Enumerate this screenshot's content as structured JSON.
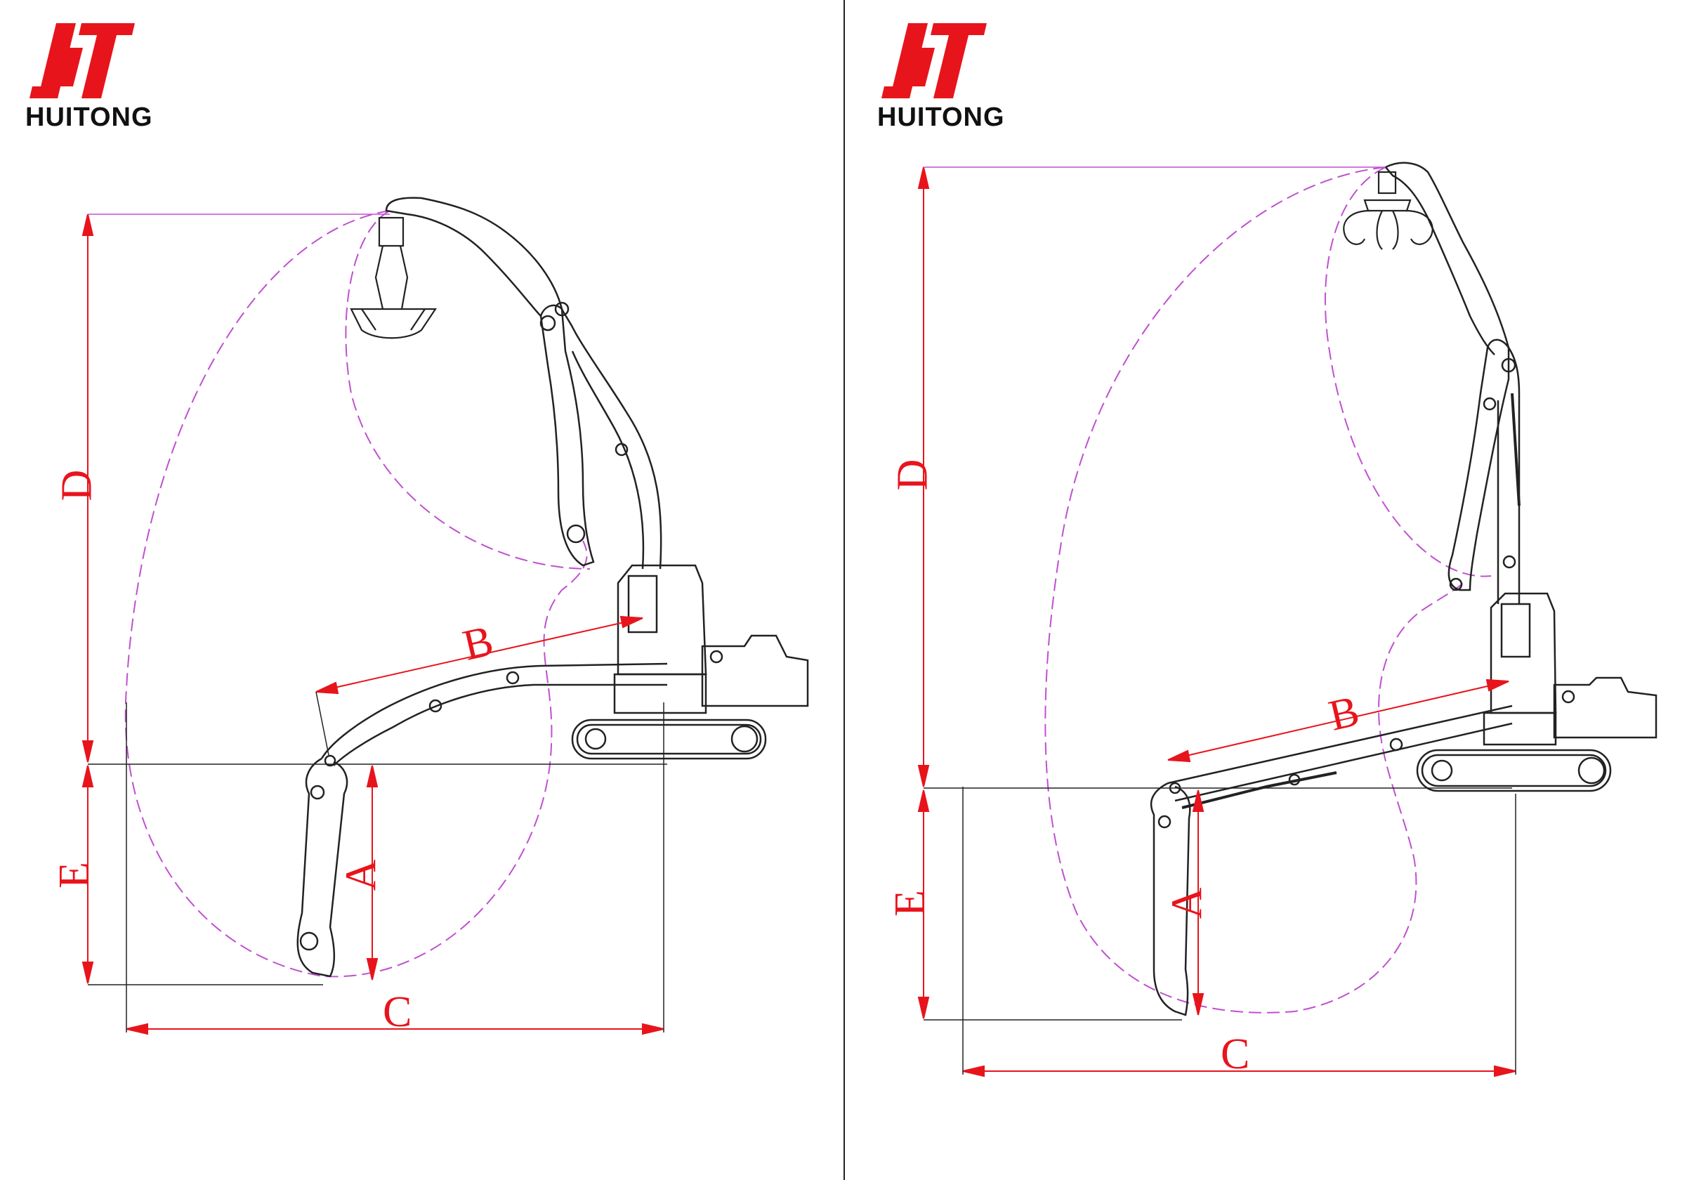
{
  "logo": {
    "brand": "HUITONG"
  },
  "colors": {
    "dimension": "#e8141c",
    "envelope": "#c050d0",
    "line": "#222222"
  },
  "left_diagram": {
    "labels": {
      "a": "A",
      "b": "B",
      "c": "C",
      "d": "D",
      "e": "E"
    }
  },
  "right_diagram": {
    "labels": {
      "a": "A",
      "b": "B",
      "c": "C",
      "d": "D",
      "e": "E"
    }
  }
}
